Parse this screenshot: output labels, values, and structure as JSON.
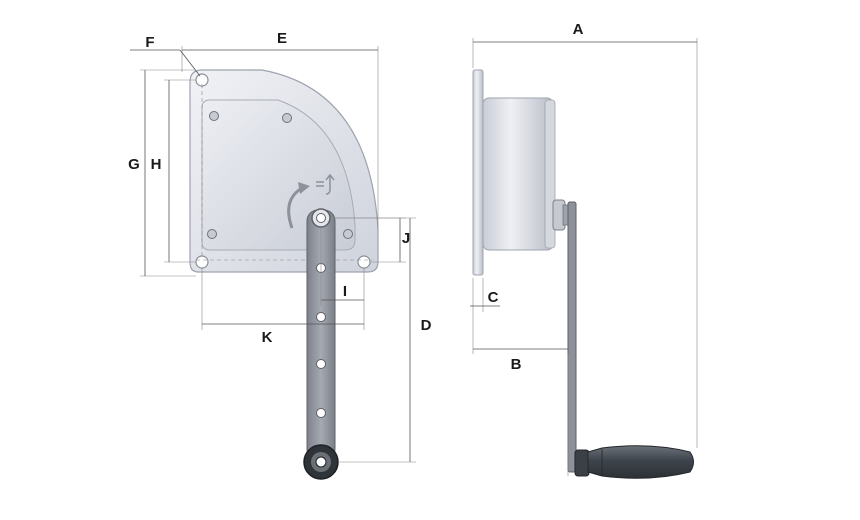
{
  "labels": {
    "A": "A",
    "B": "B",
    "C": "C",
    "D": "D",
    "E": "E",
    "F": "F",
    "G": "G",
    "H": "H",
    "I": "I",
    "J": "J",
    "K": "K"
  },
  "colors": {
    "housing": "#e6e8ee",
    "housing_edge": "#9ea3ad",
    "cover": "#dde0e7",
    "crank_arm": "#8f939b",
    "crank_edge": "#5e6168",
    "handle": "#4b5158",
    "dimension_line": "#555555",
    "label": "#1a1a1a"
  }
}
